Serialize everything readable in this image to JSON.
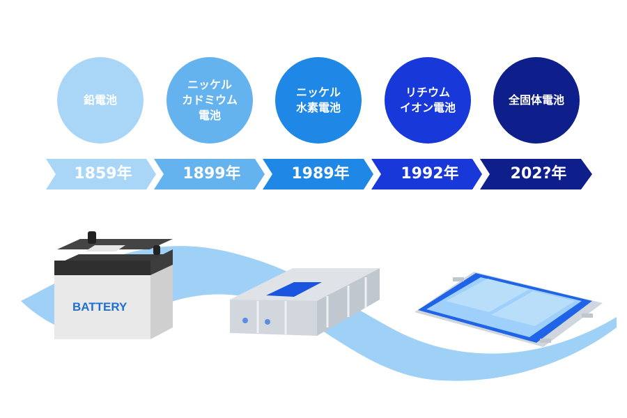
{
  "stages": [
    {
      "name": "鉛電池",
      "year": "1859年",
      "color": "#a9d6f7"
    },
    {
      "name": "ニッケル\nカドミウム\n電池",
      "year": "1899年",
      "color": "#64b3ee"
    },
    {
      "name": "ニッケル\n水素電池",
      "year": "1989年",
      "color": "#1f87e6"
    },
    {
      "name": "リチウム\nイオン電池",
      "year": "1992年",
      "color": "#1838d9"
    },
    {
      "name": "全固体電池",
      "year": "202?年",
      "color": "#0e1f8c"
    }
  ],
  "battery": {
    "label": "BATTERY"
  }
}
